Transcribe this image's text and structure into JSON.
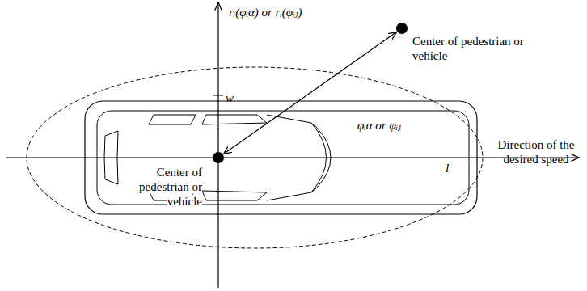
{
  "diagram": {
    "nodes": [
      {
        "text": [
          "Center of pedestrian or vehicle"
        ]
      },
      {
        "text": [
          "Center of pedestrian or vehicle"
        ]
      }
    ],
    "edges": [
      {
        "from": 0,
        "to": 1,
        "arrow": "both"
      }
    ],
    "labels": [
      "rᵢ(φᵢα) or rᵢ(φᵢⱼ)",
      "w",
      "φᵢα or φᵢⱼ",
      "Direction of the desired speed",
      "l"
    ]
  }
}
